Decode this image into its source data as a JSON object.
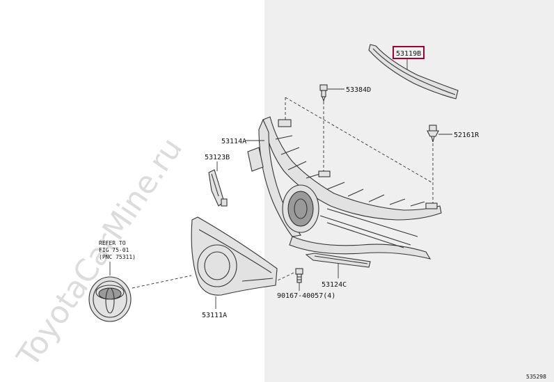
{
  "watermark": "ToyotaCarMine.ru",
  "diagram_id": "535298",
  "labels": {
    "p53119B": "53119B",
    "p53384D": "53384D",
    "p52161R": "52161R",
    "p53114A": "53114A",
    "p53123B": "53123B",
    "p53124C": "53124C",
    "p53111A": "53111A",
    "p90167": "90167-40057(4)"
  },
  "refer": {
    "line1": "REFER TO",
    "line2": "FIG 75-01",
    "line3": "(PNC 75311)"
  },
  "colors": {
    "highlight": "#a0003a",
    "right_panel": "#efefef"
  }
}
